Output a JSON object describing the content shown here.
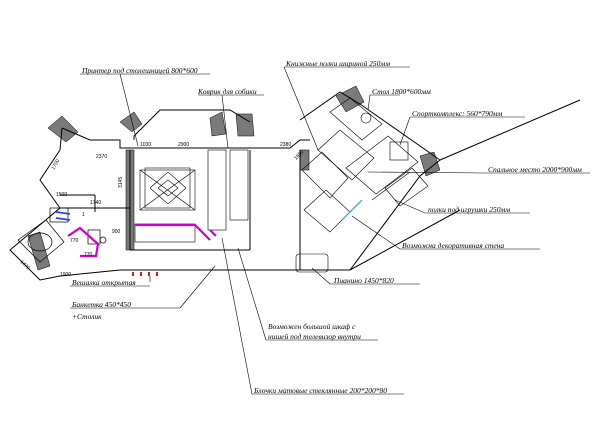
{
  "annotations": {
    "printer": "Принтер под столешницей  800*600",
    "dog_mat": "Коврик для собаки",
    "bookshelves": "Книжные полки шириной 250мм",
    "table": "Стол 1800*600мм",
    "sport": "Спорткомплекс: 560*790мм",
    "sleeping": "Спальное место 2000*900мм",
    "toy_shelves": "полки под игрушки 250мм",
    "deco_wall": "Возможна декоративная стена",
    "piano": "Пианино  1450*820",
    "hanger": "Вешалка открытая",
    "bench": "Банкетка  450*450",
    "bench_extra": "+Столик",
    "wardrobe_line1": "Возможен большой шкаф с",
    "wardrobe_line2": "нишей под телевизор внутри",
    "glass_blocks": "Блочки матовые стеклянные  200*200*80"
  },
  "dimensions": {
    "d2370": "2370",
    "d1030": "1030",
    "d2900": "2900",
    "d2380": "2380",
    "d3145": "3145",
    "d1700": "1700",
    "d1500": "1500",
    "d900": "900",
    "d1900": "1900",
    "d770": "770",
    "d770b": "770",
    "d1470": "1470",
    "d1740": "1740",
    "d1": "1",
    "d1650": "1650"
  },
  "colors": {
    "wall": "#7a7a7a",
    "line": "#000000",
    "accent_magenta": "#cc00cc",
    "accent_blue": "#3344dd",
    "glass": "#5aa8c8"
  }
}
